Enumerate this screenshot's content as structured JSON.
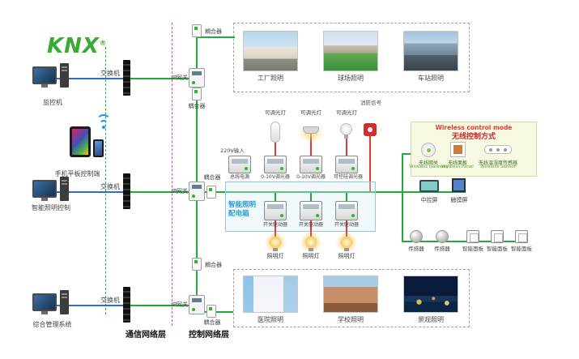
{
  "logo": {
    "text": "KNX",
    "reg": "®"
  },
  "terminals": [
    {
      "label": "监控机"
    },
    {
      "label": "手机平板控制端"
    },
    {
      "label": "智能照明控制"
    },
    {
      "label": "综合管理系统"
    }
  ],
  "layers": {
    "comm": "通信网络层",
    "ctrl": "控制网络层"
  },
  "switches": [
    {
      "label": "交换机"
    },
    {
      "label": "交换机"
    },
    {
      "label": "交换机"
    }
  ],
  "gateways": [
    {
      "label": "IP网关"
    },
    {
      "label": "IP网关"
    },
    {
      "label": "IP网关"
    }
  ],
  "couplers": [
    {
      "label": "耦合器"
    },
    {
      "label": "耦合器"
    },
    {
      "label": "耦合器"
    },
    {
      "label": "耦合器"
    },
    {
      "label": "耦合器"
    }
  ],
  "top_scenes": [
    {
      "label": "工厂照明"
    },
    {
      "label": "球场照明"
    },
    {
      "label": "车站照明"
    }
  ],
  "bottom_scenes": [
    {
      "label": "医院照明"
    },
    {
      "label": "学校照明"
    },
    {
      "label": "景观照明"
    }
  ],
  "cabinet": {
    "title_line1": "智能照明",
    "title_line2": "配电箱",
    "input_label": "220V输入",
    "loads": [
      {
        "label": "可调光灯"
      },
      {
        "label": "可调光灯"
      },
      {
        "label": "可调光灯"
      },
      {
        "label": "消防信号"
      }
    ],
    "modules_row1": [
      {
        "label": "总线电源"
      },
      {
        "label": "0-10V调光器"
      },
      {
        "label": "0-10V调光器"
      },
      {
        "label": "可控硅调光器"
      }
    ],
    "modules_row2": [
      {
        "label": "开关驱动器"
      },
      {
        "label": "开关驱动器"
      },
      {
        "label": "开关驱动器"
      }
    ],
    "lamps": [
      {
        "label": "照明灯"
      },
      {
        "label": "照明灯"
      },
      {
        "label": "照明灯"
      }
    ]
  },
  "wireless": {
    "title_en": "Wireless control mode",
    "title_zh": "无线控制方式",
    "devices": [
      {
        "zh": "无线网关",
        "en": "Wireless Gateway"
      },
      {
        "zh": "无线面板",
        "en": "Wireless Panel"
      },
      {
        "zh": "无线温湿度传感器",
        "en": "Wireless Sensor"
      }
    ]
  },
  "control_devices": [
    {
      "label": "中控屏"
    },
    {
      "label": "触摸屏"
    }
  ],
  "field_devices": [
    {
      "label": "传感器"
    },
    {
      "label": "传感器"
    },
    {
      "label": "智能面板"
    },
    {
      "label": "智能面板"
    },
    {
      "label": "智能面板"
    }
  ],
  "colors": {
    "bus_green": "#1faa3c",
    "lan_blue": "#2f6fc4",
    "layer_magenta": "#e536e5",
    "load_red": "#e53935",
    "brand_green": "#3aaa35"
  }
}
